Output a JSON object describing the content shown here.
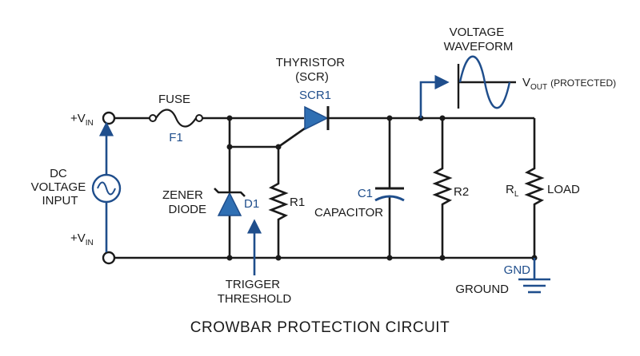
{
  "title": "CROWBAR PROTECTION CIRCUIT",
  "labels": {
    "vin_top": "+V",
    "vin_top_sub": "IN",
    "vin_bottom": "+V",
    "vin_bottom_sub": "IN",
    "source_line1": "DC",
    "source_line2": "VOLTAGE",
    "source_line3": "INPUT",
    "fuse_name": "FUSE",
    "fuse_ref": "F1",
    "scr_line1": "THYRISTOR",
    "scr_line2": "(SCR)",
    "scr_ref": "SCR1",
    "zener_line1": "ZENER",
    "zener_line2": "DIODE",
    "zener_ref": "D1",
    "r1": "R1",
    "trigger_line1": "TRIGGER",
    "trigger_line2": "THRESHOLD",
    "cap_ref": "C1",
    "cap_name": "CAPACITOR",
    "r2": "R2",
    "rl": "R",
    "rl_sub": "L",
    "load": "LOAD",
    "waveform_line1": "VOLTAGE",
    "waveform_line2": "WAVEFORM",
    "vout": "V",
    "vout_sub": "OUT",
    "vout_note": "(PROTECTED)",
    "gnd_ref": "GND",
    "gnd_name": "GROUND"
  },
  "colors": {
    "wire": "#1a1a1a",
    "accent": "#1f4e8c",
    "fill": "#2f6fb3"
  }
}
